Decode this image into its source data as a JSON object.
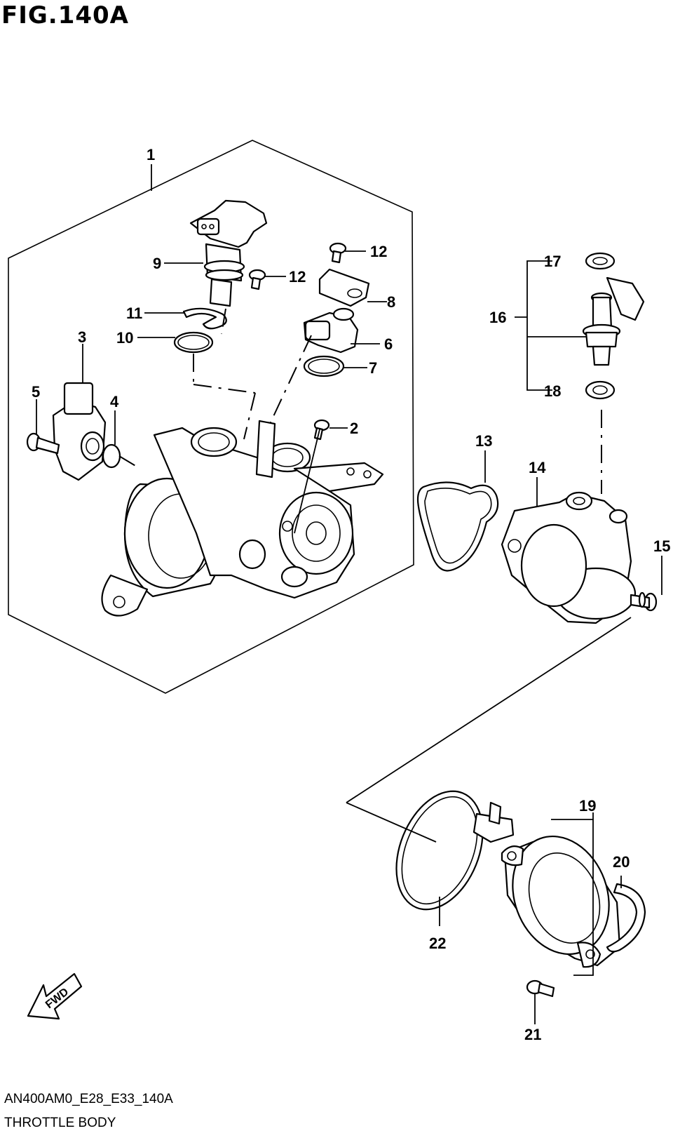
{
  "figure": {
    "title": "FIG.140A",
    "code": "AN400AM0_E28_E33_140A",
    "caption": "THROTTLE BODY"
  },
  "callouts": [
    "1",
    "2",
    "3",
    "4",
    "5",
    "6",
    "7",
    "8",
    "9",
    "10",
    "11",
    "12",
    "12",
    "13",
    "14",
    "15",
    "16",
    "17",
    "18",
    "19",
    "20",
    "21",
    "22"
  ],
  "fwd_label": "FWD"
}
